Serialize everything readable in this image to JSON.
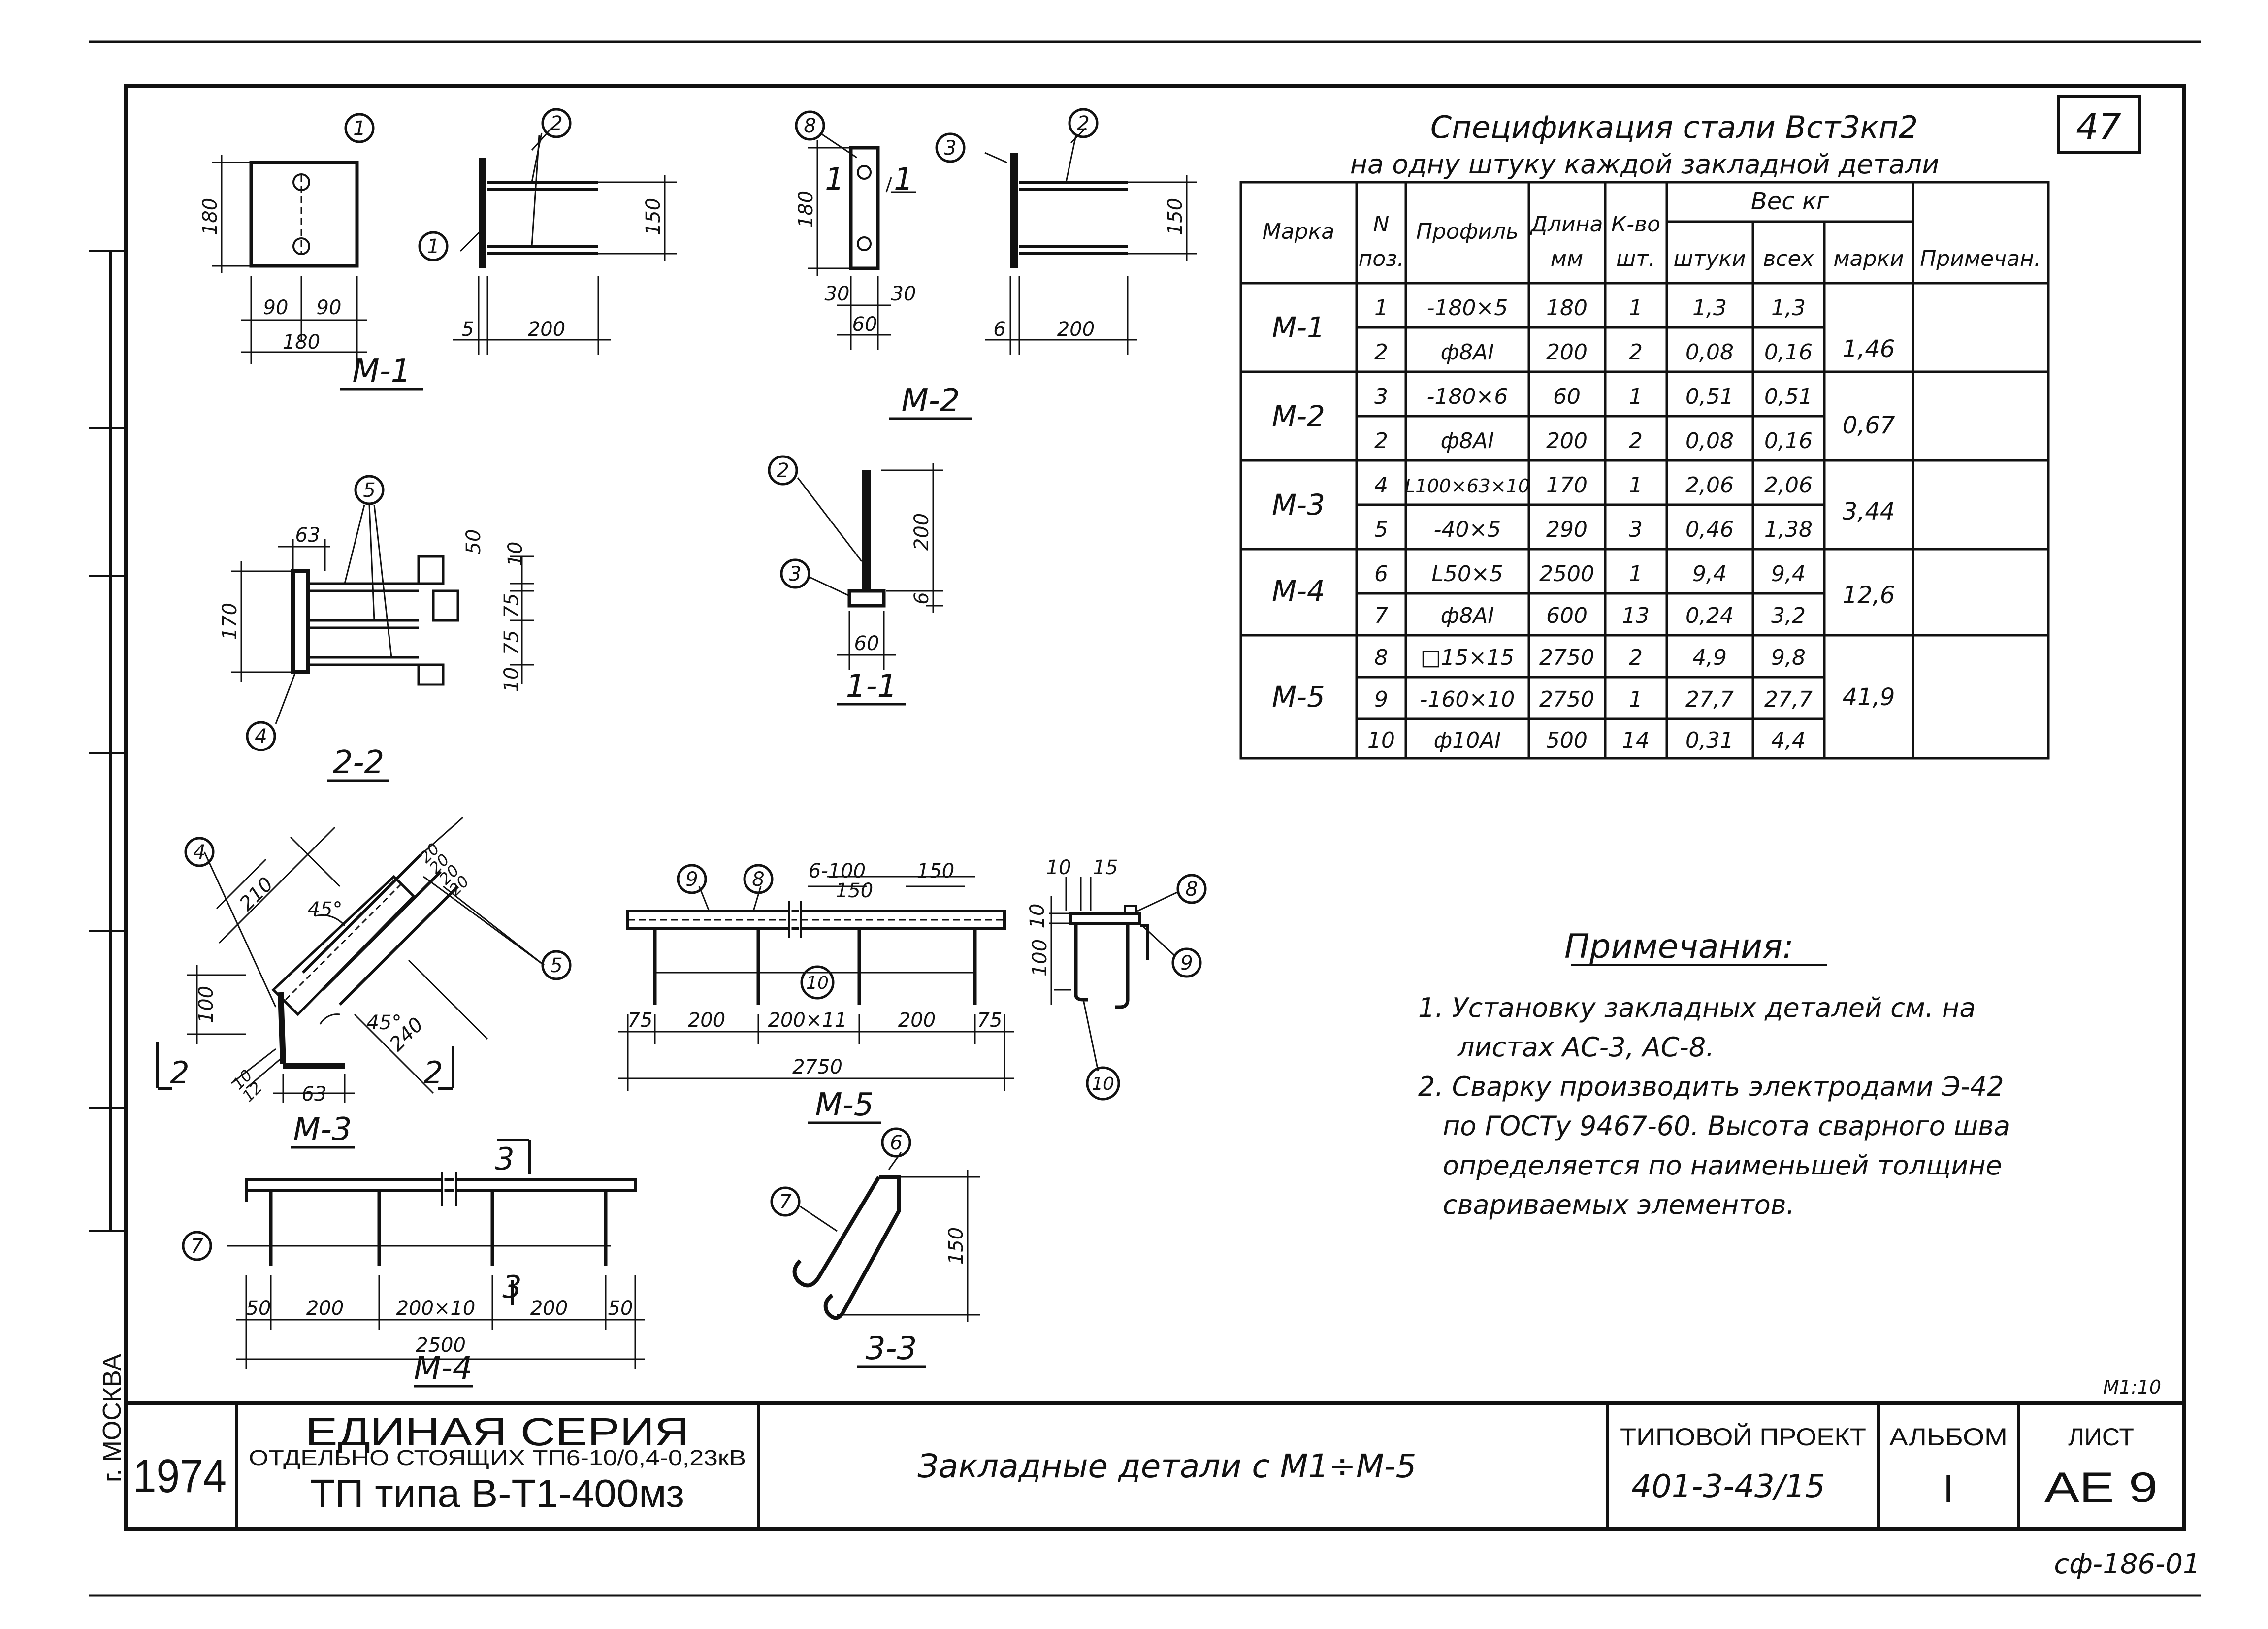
{
  "sheet_number": "47",
  "spec": {
    "title": "Спецификация стали Вст3кп2",
    "subtitle": "на одну штуку каждой закладной детали",
    "headers": {
      "mark": "Марка",
      "pos1": "N",
      "pos2": "поз.",
      "profile": "Профиль",
      "len1": "Длина",
      "len2": "мм",
      "qty1": "К-во",
      "qty2": "шт.",
      "weight": "Вес кг",
      "piece": "штуки",
      "all": "всех",
      "marka": "марки",
      "note": "Примечан."
    },
    "groups": [
      {
        "mark": "М-1",
        "total": "1,46",
        "rows": [
          {
            "pos": "1",
            "profile": "-180×5",
            "len": "180",
            "qty": "1",
            "piece": "1,3",
            "all": "1,3"
          },
          {
            "pos": "2",
            "profile": "ф8АI",
            "len": "200",
            "qty": "2",
            "piece": "0,08",
            "all": "0,16"
          }
        ]
      },
      {
        "mark": "М-2",
        "total": "0,67",
        "rows": [
          {
            "pos": "3",
            "profile": "-180×6",
            "len": "60",
            "qty": "1",
            "piece": "0,51",
            "all": "0,51"
          },
          {
            "pos": "2",
            "profile": "ф8АI",
            "len": "200",
            "qty": "2",
            "piece": "0,08",
            "all": "0,16"
          }
        ]
      },
      {
        "mark": "М-3",
        "total": "3,44",
        "rows": [
          {
            "pos": "4",
            "profile": "L100×63×10",
            "len": "170",
            "qty": "1",
            "piece": "2,06",
            "all": "2,06"
          },
          {
            "pos": "5",
            "profile": "-40×5",
            "len": "290",
            "qty": "3",
            "piece": "0,46",
            "all": "1,38"
          }
        ]
      },
      {
        "mark": "М-4",
        "total": "12,6",
        "rows": [
          {
            "pos": "6",
            "profile": "L50×5",
            "len": "2500",
            "qty": "1",
            "piece": "9,4",
            "all": "9,4"
          },
          {
            "pos": "7",
            "profile": "ф8АI",
            "len": "600",
            "qty": "13",
            "piece": "0,24",
            "all": "3,2"
          }
        ]
      },
      {
        "mark": "М-5",
        "total": "41,9",
        "rows": [
          {
            "pos": "8",
            "profile": "□15×15",
            "len": "2750",
            "qty": "2",
            "piece": "4,9",
            "all": "9,8"
          },
          {
            "pos": "9",
            "profile": "-160×10",
            "len": "2750",
            "qty": "1",
            "piece": "27,7",
            "all": "27,7"
          },
          {
            "pos": "10",
            "profile": "ф10АI",
            "len": "500",
            "qty": "14",
            "piece": "0,31",
            "all": "4,4"
          }
        ]
      }
    ]
  },
  "notes": {
    "title": "Примечания:",
    "lines": [
      "1. Установку закладных деталей см. на",
      "листах АС-3, АС-8.",
      "2. Сварку производить электродами Э-42",
      "по ГОСТу 9467-60. Высота сварного шва",
      "определяется по наименьшей толщине",
      "свариваемых элементов."
    ]
  },
  "drawings": {
    "labels": {
      "m1": "М-1",
      "m2": "М-2",
      "m3": "М-3",
      "m4": "М-4",
      "m5": "М-5",
      "s11": "1-1",
      "s22": "2-2",
      "s33": "3-3"
    },
    "section_marks": {
      "one": "1",
      "two": "2",
      "three": "3"
    },
    "callouts": [
      "1",
      "2",
      "3",
      "4",
      "5",
      "6",
      "7",
      "8",
      "9",
      "10"
    ],
    "dims": {
      "m1": [
        "180",
        "90",
        "90",
        "180",
        "5",
        "200",
        "150"
      ],
      "m2": [
        "180",
        "30",
        "30",
        "60",
        "6",
        "200",
        "150"
      ],
      "s22": [
        "63",
        "170",
        "50",
        "10",
        "75",
        "75",
        "10"
      ],
      "s11": [
        "200",
        "6",
        "60"
      ],
      "m3": [
        "210",
        "45°",
        "45°",
        "240",
        "100",
        "63",
        "10",
        "12",
        "20",
        "20",
        "20",
        "20"
      ],
      "m5": [
        "6-100",
        "150",
        "150",
        "75",
        "200",
        "200×11",
        "200",
        "75",
        "2750",
        "10",
        "15",
        "10",
        "100"
      ],
      "m4": [
        "50",
        "200",
        "200×10",
        "200",
        "50",
        "2500"
      ],
      "s33": [
        "150"
      ]
    }
  },
  "stamp": {
    "year": "1974",
    "series_title": "ЕДИНАЯ СЕРИЯ",
    "series_sub": "ОТДЕЛЬНО СТОЯЩИХ ТП6-10/0,4-0,23кВ",
    "tp_type": "ТП типа В-Т1-400мз",
    "name": "Закладные детали с М1÷М-5",
    "project_label": "ТИПОВОЙ ПРОЕКТ",
    "project_no": "401-3-43/15",
    "album_label": "АЛЬБОМ",
    "album_no": "I",
    "sheet_label": "ЛИСТ",
    "sheet_no": "АЕ 9",
    "scale": "М1:10"
  },
  "city": "г. МОСКВА",
  "code": "сф-186-01"
}
